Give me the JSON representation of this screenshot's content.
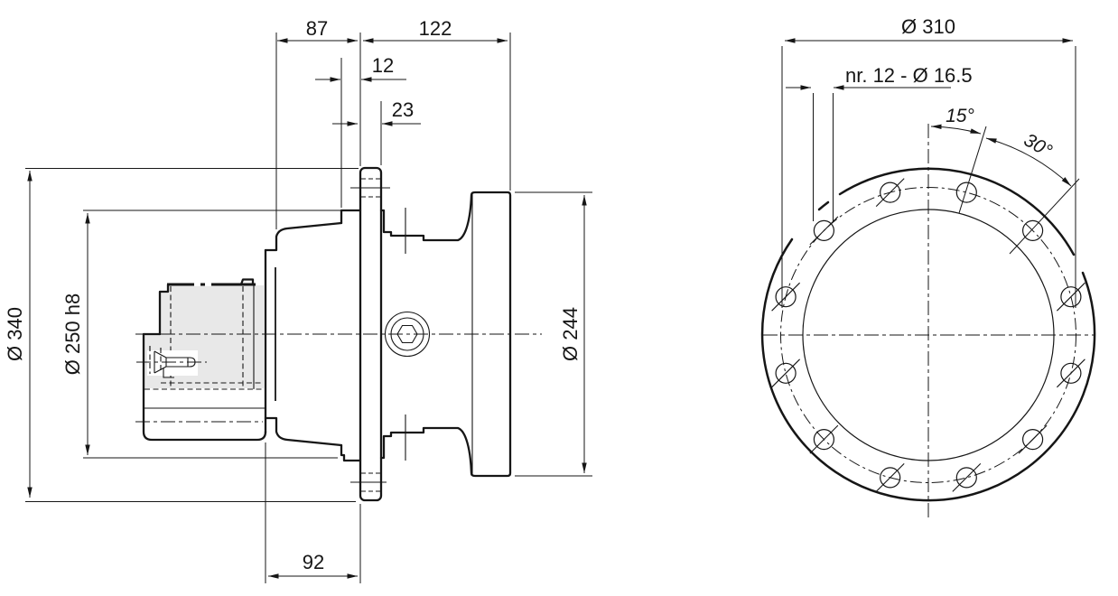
{
  "page": {
    "background": "#ffffff",
    "line_color": "#161616",
    "section_fill": "#e8e8e8"
  },
  "side_view": {
    "name": "side section view of wheel motor",
    "dims": {
      "hub_face_to_flange": "87",
      "flange_to_end": "122",
      "pilot_length": "12",
      "flange_thickness": "23",
      "hub_depth": "92",
      "flange_od": "Ø 340",
      "pilot_diameter": "Ø 250 h8",
      "body_diameter": "Ø 244"
    }
  },
  "front_view": {
    "name": "mounting flange front view",
    "bolt_count": 12,
    "dims": {
      "bolt_circle": "Ø 310",
      "bolt_holes": "nr. 12 - Ø 16.5",
      "hole_offset_angle": "15°",
      "hole_spacing_angle": "30°"
    }
  }
}
